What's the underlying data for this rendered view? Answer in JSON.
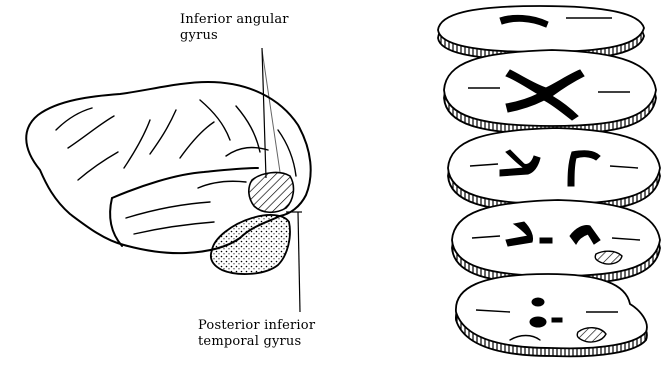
{
  "labels": {
    "inferior_angular_line1": "Inferior angular",
    "inferior_angular_line2": "gyrus",
    "posterior_inferior_line1": "Posterior inferior",
    "posterior_inferior_line2": "temporal gyrus"
  },
  "colors": {
    "ink": "#000000",
    "background": "#ffffff"
  }
}
